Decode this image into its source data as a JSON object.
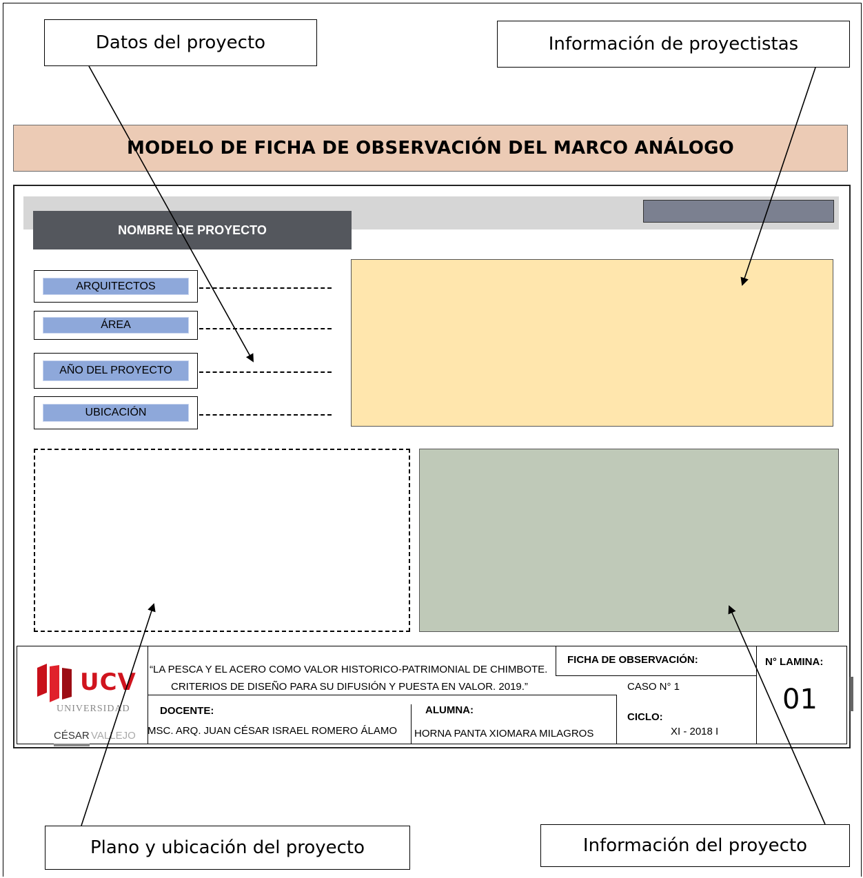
{
  "callouts": {
    "datos": "Datos del proyecto",
    "proyectistas": "Información de proyectistas",
    "plano": "Plano y ubicación del proyecto",
    "info": "Información del proyecto"
  },
  "title": "MODELO DE FICHA DE OBSERVACIÓN DEL MARCO ANÁLOGO",
  "sheet": {
    "project_name": "NOMBRE DE PROYECTO",
    "fields": [
      "ARQUITECTOS",
      "ÁREA",
      "AÑO DEL PROYECTO",
      "UBICACIÓN"
    ]
  },
  "footer": {
    "logo": {
      "brand": "UCV",
      "line1": "UNIVERSIDAD",
      "line2a": "CÉSAR",
      "line2b": "VALLEJO"
    },
    "thesis_line1": "“LA PESCA Y EL ACERO COMO VALOR HISTORICO-PATRIMONIAL DE CHIMBOTE.",
    "thesis_line2": "CRITERIOS DE DISEÑO PARA SU DIFUSIÓN Y PUESTA EN VALOR. 2019.”",
    "ficha_label": "FICHA DE OBSERVACIÓN:",
    "caso": "CASO N° 1",
    "lamina_label": "N° LAMINA:",
    "lamina_value": "01",
    "docente_label": "DOCENTE:",
    "docente_value": "MSC. ARQ. JUAN CÉSAR ISRAEL ROMERO ÁLAMO",
    "alumna_label": "ALUMNA:",
    "alumna_value": "HORNA PANTA XIOMARA MILAGROS",
    "ciclo_label": "CICLO:",
    "ciclo_value": "XI - 2018 I"
  },
  "colors": {
    "title_band": "#eccbb5",
    "project_name_bg": "#54575d",
    "field_chip": "#8ea8da",
    "info_panel": "#ffe6ad",
    "project_info_panel": "#bfc9b8",
    "logo_red": "#d0141e"
  }
}
